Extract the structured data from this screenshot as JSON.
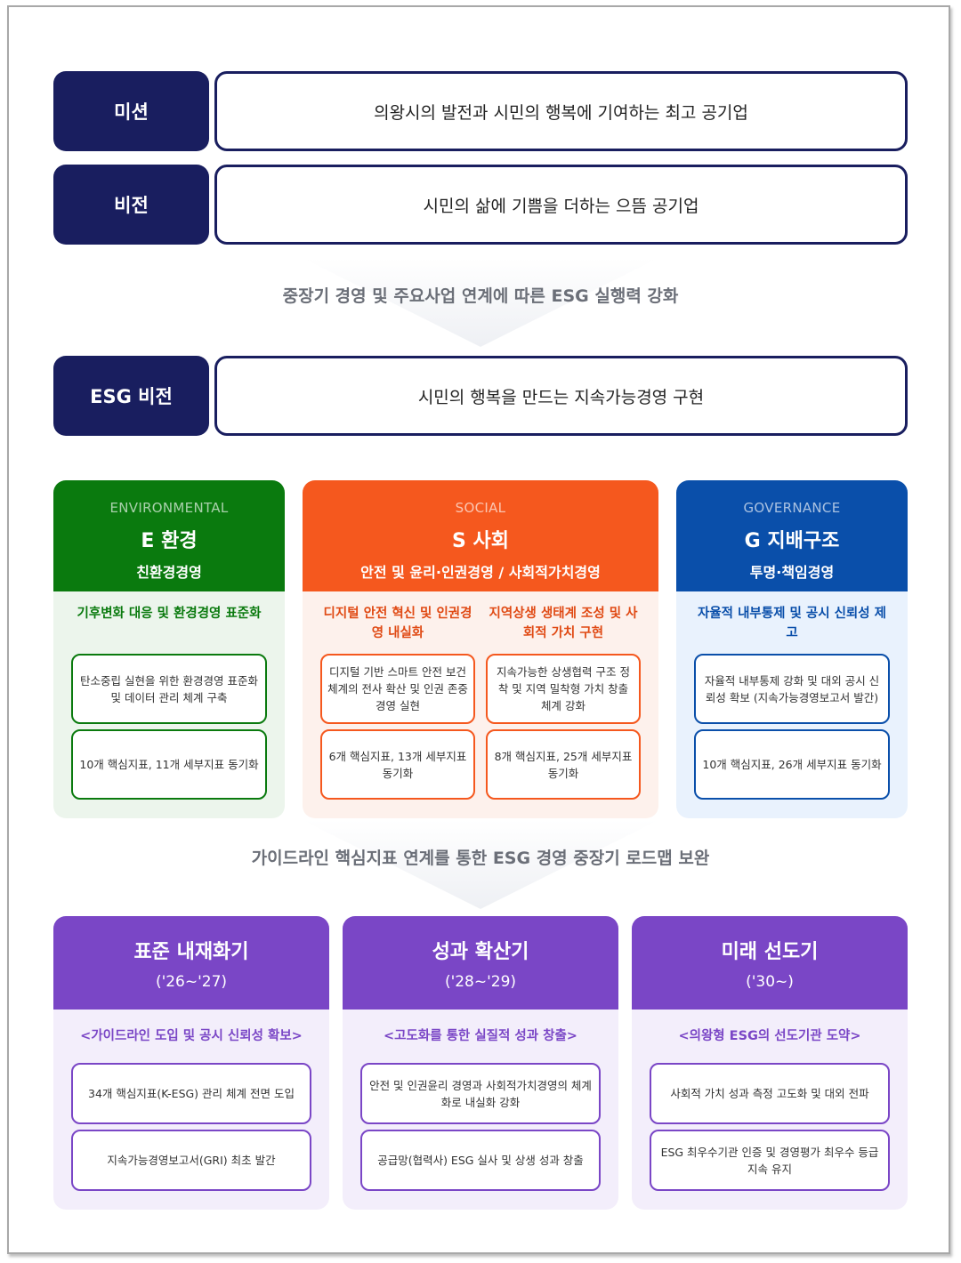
{
  "mission": {
    "label": "미션",
    "value": "의왕시의 발전과 시민의 행복에 기여하는 최고 공기업"
  },
  "vision": {
    "label": "비전",
    "value": "시민의 삶에 기쁨을 더하는 으뜸 공기업"
  },
  "connector1": {
    "text": "중장기 경영 및 주요사업 연계에 따른 ESG 실행력 강화"
  },
  "esg_vision": {
    "label": "ESG 비전",
    "value": "시민의 행복을 만드는 지속가능경영 구현"
  },
  "colors": {
    "navy": "#191e5f",
    "environmental": "#0a7a0e",
    "social": "#f5581e",
    "governance": "#0a4faa",
    "roadmap": "#7a46c6"
  },
  "pillars": {
    "environmental": {
      "en": "ENVIRONMENTAL",
      "title": "E 환경",
      "subtitle": "친환경경영",
      "goals": [
        {
          "title": "기후변화 대응 및 환경경영 표준화",
          "task": "탄소중립 실현을 위한 환경경영 표준화 및 데이터 관리 체계 구축",
          "indicators": "10개 핵심지표, 11개 세부지표 동기화"
        }
      ]
    },
    "social": {
      "en": "SOCIAL",
      "title": "S 사회",
      "subtitle": "안전 및 윤리·인권경영 / 사회적가치경영",
      "goals": [
        {
          "title": "디지털 안전 혁신 및 인권경영 내실화",
          "task": "디지털 기반 스마트 안전 보건 체계의 전사 확산 및 인권 존중 경영 실현",
          "indicators": "6개 핵심지표, 13개 세부지표 동기화"
        },
        {
          "title": "지역상생 생태계 조성 및 사회적 가치 구현",
          "task": "지속가능한 상생협력 구조 정착 및 지역 밀착형 가치 창출 체계 강화",
          "indicators": "8개 핵심지표, 25개 세부지표 동기화"
        }
      ]
    },
    "governance": {
      "en": "GOVERNANCE",
      "title": "G 지배구조",
      "subtitle": "투명·책임경영",
      "goals": [
        {
          "title": "자율적 내부통제 및 공시 신뢰성 제고",
          "task": "자율적 내부통제 강화 및 대외 공시 신뢰성 확보 (지속가능경영보고서 발간)",
          "indicators": "10개 핵심지표, 26개 세부지표 동기화"
        }
      ]
    }
  },
  "connector2": {
    "text": "가이드라인 핵심지표 연계를 통한 ESG 경영 중장기 로드맵 보완"
  },
  "roadmap": [
    {
      "name": "표준 내재화기",
      "period": "('26~'27)",
      "goal": "<가이드라인 도입 및 공시 신뢰성 확보>",
      "items": [
        "34개  핵심지표(K-ESG) 관리 체계 전면 도입",
        "지속가능경영보고서(GRI) 최초 발간"
      ]
    },
    {
      "name": "성과 확산기",
      "period": "('28~'29)",
      "goal": "<고도화를 통한 실질적 성과 창출>",
      "items": [
        "안전 및 인권윤리 경영과 사회적가치경영의 체계화로 내실화 강화",
        "공급망(협력사) ESG 실사 및 상생 성과 창출"
      ]
    },
    {
      "name": "미래 선도기",
      "period": "('30~)",
      "goal": "<의왕형 ESG의 선도기관 도약>",
      "items": [
        "사회적 가치 성과 측정 고도화 및 대외 전파",
        "ESG 최우수기관 인증 및 경영평가 최우수 등급 지속 유지"
      ]
    }
  ]
}
